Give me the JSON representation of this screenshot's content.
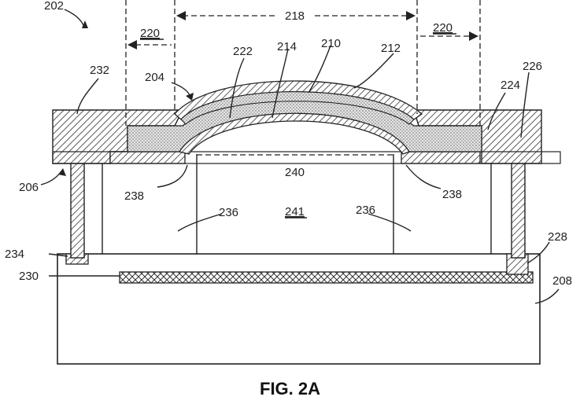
{
  "figure": {
    "caption": "FIG. 2A",
    "labels": {
      "l202": "202",
      "l204": "204",
      "l206": "206",
      "l208": "208",
      "l210": "210",
      "l212": "212",
      "l214": "214",
      "l218": "218",
      "l220a": "220",
      "l220b": "220",
      "l222": "222",
      "l224": "224",
      "l226": "226",
      "l228": "228",
      "l230": "230",
      "l232": "232",
      "l234": "234",
      "l236a": "236",
      "l236b": "236",
      "l238a": "238",
      "l238b": "238",
      "l240": "240",
      "l241": "241"
    }
  }
}
